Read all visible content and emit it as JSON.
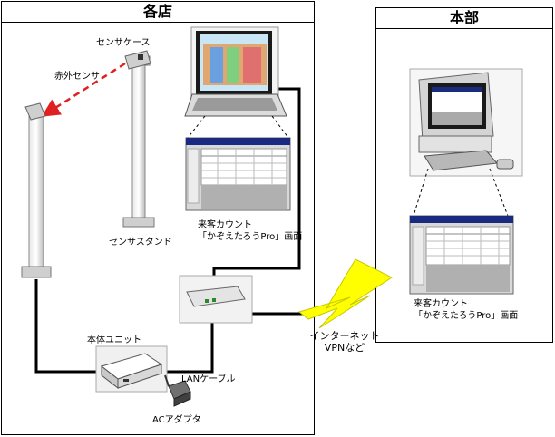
{
  "store_panel": {
    "title": "各店"
  },
  "hq_panel": {
    "title": "本部"
  },
  "labels": {
    "sensor_case": "センサケース",
    "ir_sensor": "赤外センサ",
    "sensor_stand": "センサスタンド",
    "store_screen_line1": "来客カウント",
    "store_screen_line2": "「かぞえたろうPro」画面",
    "main_unit": "本体ユニット",
    "lan_cable": "LANケーブル",
    "ac_adapter": "ACアダプタ",
    "internet_line1": "インターネット",
    "internet_line2": "VPNなど",
    "hq_screen_line1": "来客カウント",
    "hq_screen_line2": "「かぞえたろうPro」画面"
  },
  "colors": {
    "lightning": "#ffff00",
    "ir_beam": "#e02020",
    "cable": "#000000"
  }
}
